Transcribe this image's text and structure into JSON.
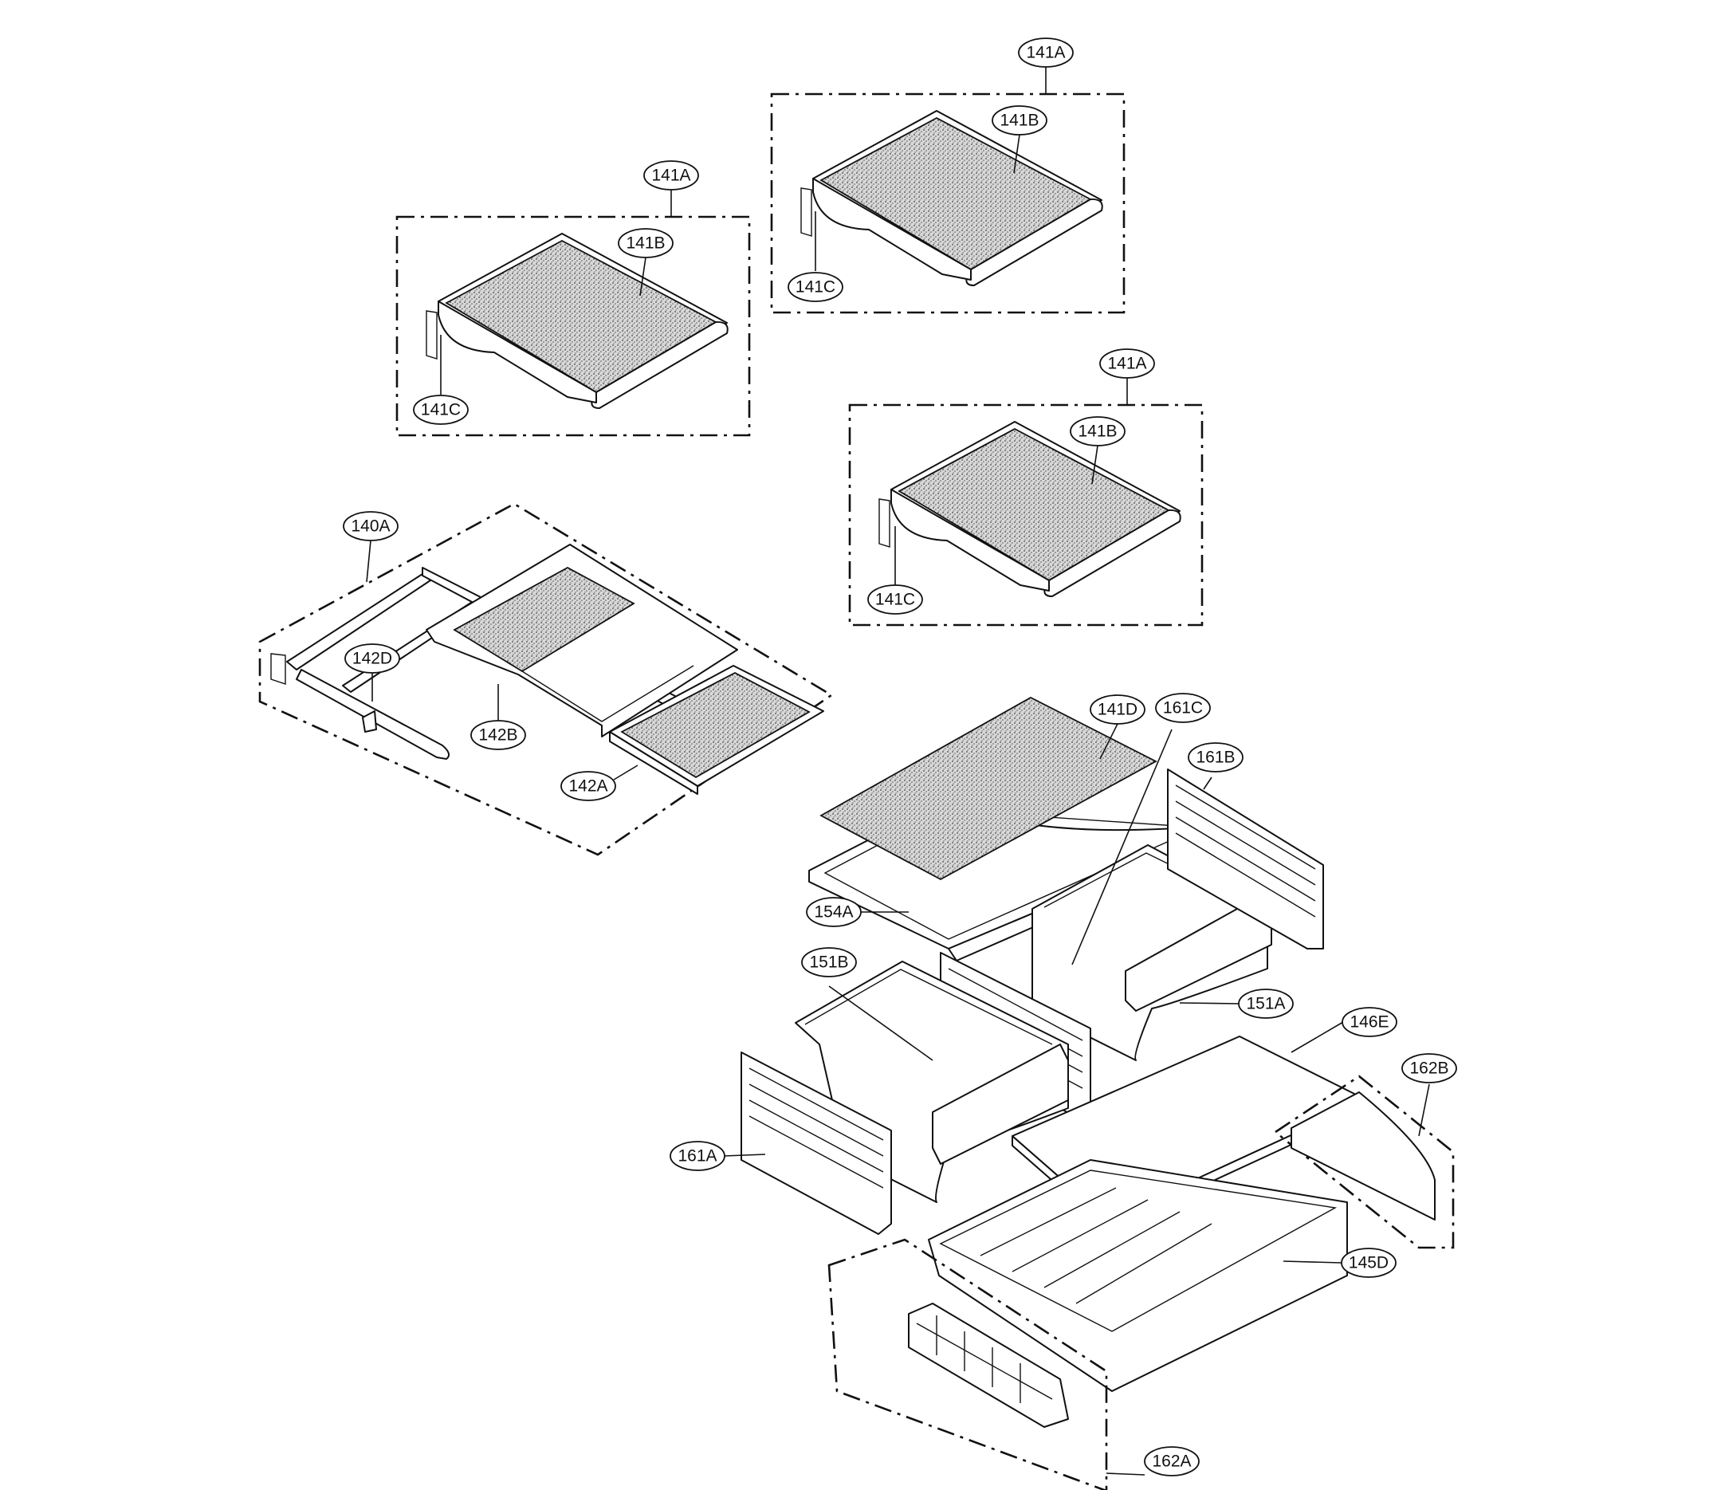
{
  "labels": {
    "shelf_top_141A": "141A",
    "shelf_top_141B": "141B",
    "shelf_top_141C": "141C",
    "shelf_left_141A": "141A",
    "shelf_left_141B": "141B",
    "shelf_left_141C": "141C",
    "shelf_mid_141A": "141A",
    "shelf_mid_141B": "141B",
    "shelf_mid_141C": "141C",
    "l140A": "140A",
    "l142D": "142D",
    "l142B": "142B",
    "l142A": "142A",
    "l141D": "141D",
    "l161C": "161C",
    "l161B": "161B",
    "l154A": "154A",
    "l151B": "151B",
    "l151A": "151A",
    "l146E": "146E",
    "l162B": "162B",
    "l161A": "161A",
    "l145D": "145D",
    "l162A": "162A"
  },
  "icons": {
    "glass_shelf": "glass-shelf-icon",
    "crisper_drawer": "crisper-drawer-icon",
    "drawer_rail": "drawer-rail-icon"
  }
}
